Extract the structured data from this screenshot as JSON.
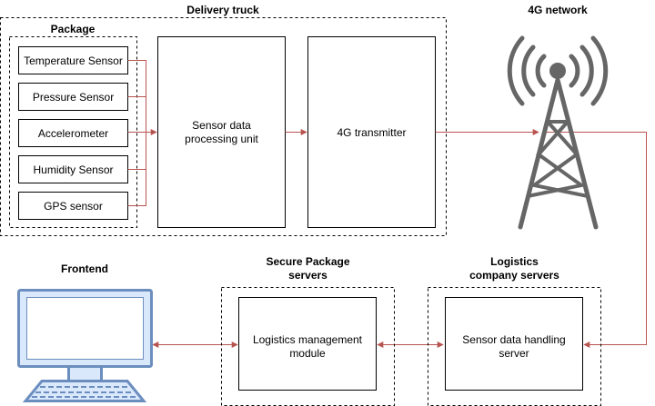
{
  "delivery_truck": {
    "title": "Delivery truck"
  },
  "package": {
    "title": "Package",
    "sensors": [
      "Temperature Sensor",
      "Pressure Sensor",
      "Accelerometer",
      "Humidity Sensor",
      "GPS sensor"
    ]
  },
  "processing_unit": {
    "line1": "Sensor data",
    "line2": "processing unit"
  },
  "transmitter": {
    "label": "4G transmitter"
  },
  "network": {
    "title": "4G network",
    "icon": "cell-tower-icon"
  },
  "frontend": {
    "title": "Frontend",
    "icon": "desktop-computer-icon"
  },
  "secure_servers": {
    "title_line1": "Secure Package",
    "title_line2": "servers",
    "module_line1": "Logistics management",
    "module_line2": "module"
  },
  "logistics_servers": {
    "title_line1": "Logistics",
    "title_line2": "company servers",
    "server_line1": "Sensor data handling",
    "server_line2": "server"
  },
  "colors": {
    "connector": "#b85450",
    "tower": "#666666",
    "monitor": "#6c8ebf",
    "monitor_fill": "#dae8fc"
  }
}
